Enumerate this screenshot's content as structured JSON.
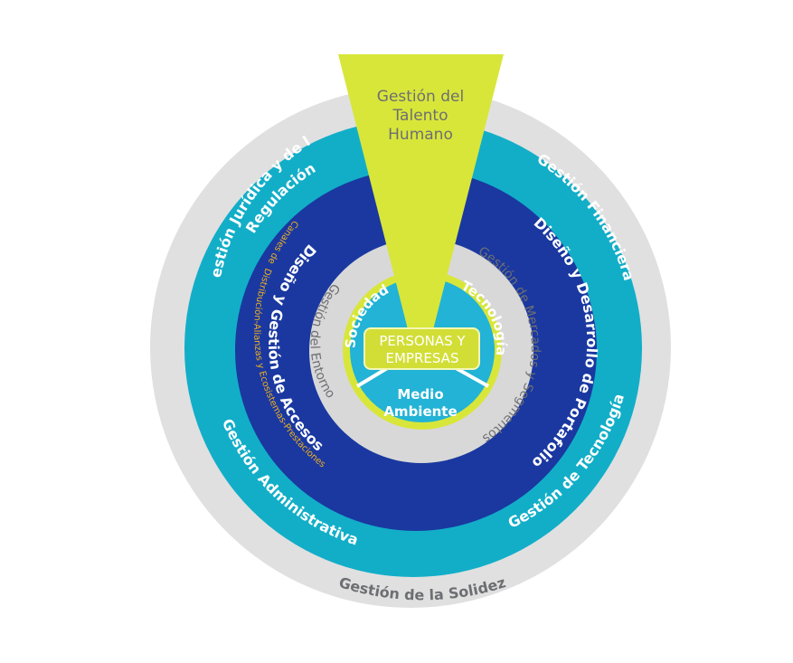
{
  "colors": {
    "outer_ring": "#e0e0e1",
    "teal_ring": "#12aec8",
    "navy_ring": "#1a38a0",
    "gray_ring": "#d8d8d9",
    "inner_blue": "#22b3d6",
    "lime": "#d8e63a",
    "label_gray": "#6e6f72",
    "label_white": "#ffffff",
    "label_orange": "#f0b020"
  },
  "rings": {
    "outer": {
      "label": "Gestión de la Solidez"
    },
    "teal": {
      "top_left": "Gestión Jurídica y de la",
      "top_left_2": "Regulación",
      "top_right": "Gestión Financiera",
      "bottom_left": "Gestión Administrativa",
      "bottom_right": "Gestión de Tecnología"
    },
    "navy": {
      "left": "Diseño y Gestión de Accesos",
      "left_sub_1": "Canales de",
      "left_sub_2": "Distribución-Alianzas y Ecosistemas-Prestaciones",
      "right": "Diseño y Desarrollo de Portafolio"
    },
    "gray": {
      "left": "Gestión del Entorno",
      "right": "Gestión de Mercados y Segmentos"
    },
    "inner": {
      "left": "Sociedad",
      "right": "Tecnología",
      "bottom_1": "Medio",
      "bottom_2": "Ambiente"
    }
  },
  "center": {
    "line1": "PERSONAS Y",
    "line2": "EMPRESAS"
  },
  "wedge": {
    "line1": "Gestión del",
    "line2": "Talento",
    "line3": "Humano"
  }
}
